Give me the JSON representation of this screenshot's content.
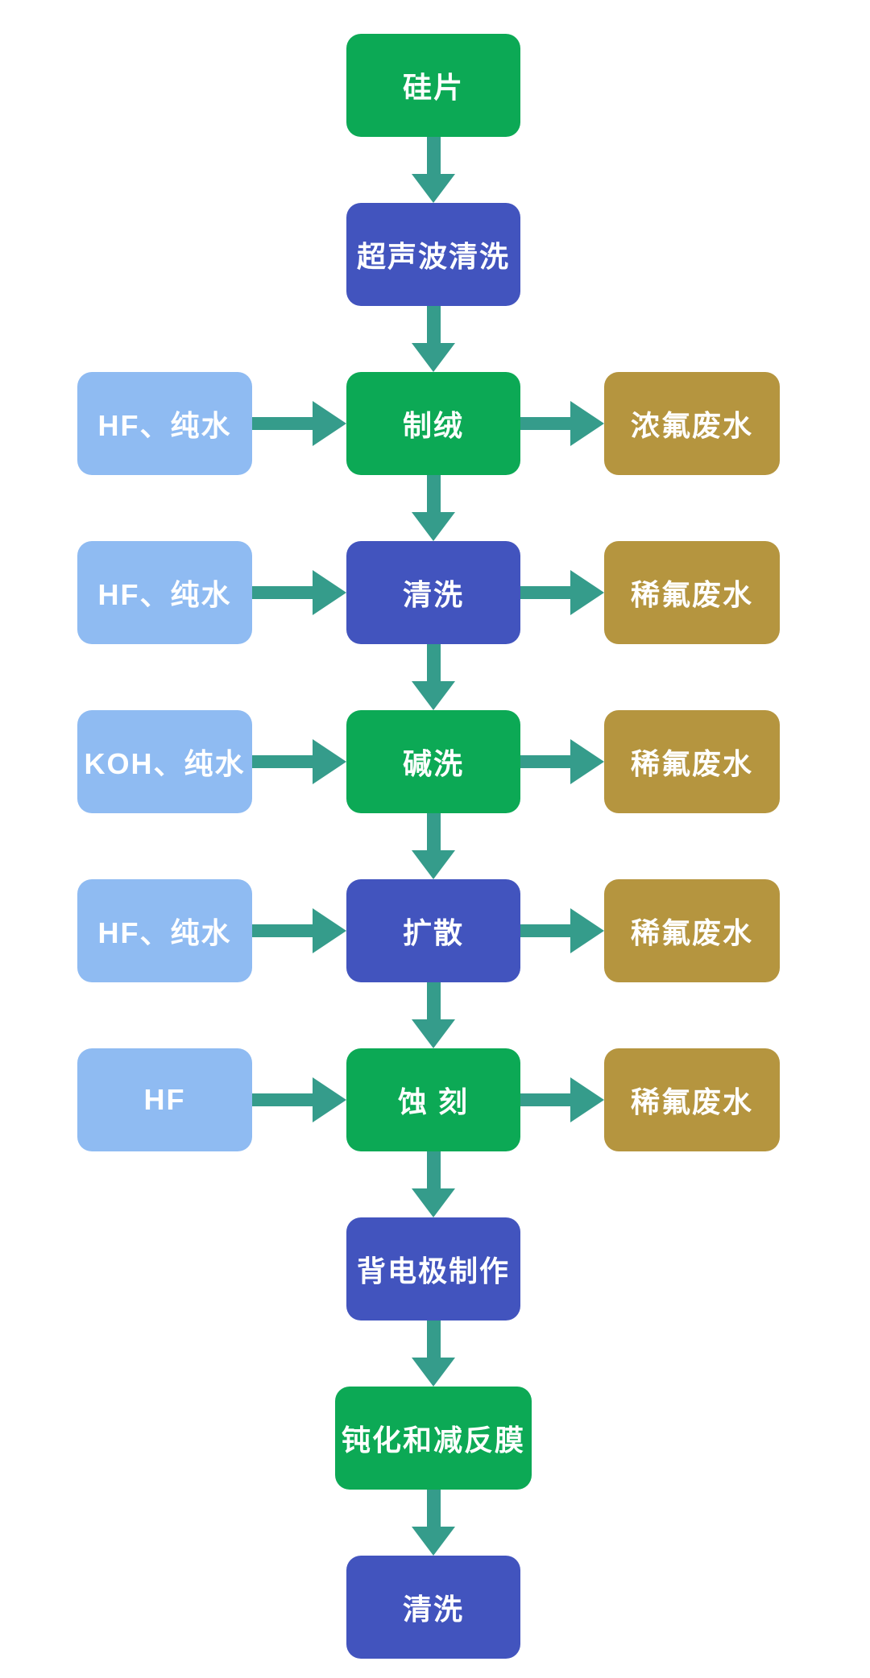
{
  "colors": {
    "process_green": "#0CA955",
    "process_blue": "#4254BE",
    "input_light_blue": "#8FBBF2",
    "waste_gold": "#B5953F",
    "arrow_teal": "#359C8B",
    "node_text": "#FFFFFF",
    "background": "#FFFFFF"
  },
  "flow": {
    "type": "flowchart",
    "direction": "top-to-bottom",
    "steps": [
      {
        "id": "silicon-wafer",
        "label": "硅片",
        "color": "green"
      },
      {
        "id": "ultrasonic-clean",
        "label": "超声波清洗",
        "color": "blue"
      },
      {
        "id": "texturing",
        "label": "制绒",
        "color": "green",
        "input": "HF、纯水",
        "output": "浓氟废水"
      },
      {
        "id": "cleaning-1",
        "label": "清洗",
        "color": "blue",
        "input": "HF、纯水",
        "output": "稀氟废水"
      },
      {
        "id": "alkaline-wash",
        "label": "碱洗",
        "color": "green",
        "input": "KOH、纯水",
        "output": "稀氟废水"
      },
      {
        "id": "diffusion",
        "label": "扩散",
        "color": "blue",
        "input": "HF、纯水",
        "output": "稀氟废水"
      },
      {
        "id": "etching",
        "label": "蚀 刻",
        "color": "green",
        "input": "HF",
        "output": "稀氟废水"
      },
      {
        "id": "back-electrode",
        "label": "背电极制作",
        "color": "blue"
      },
      {
        "id": "passivation-arfilm",
        "label": "钝化和减反膜",
        "color": "green"
      },
      {
        "id": "final-cleaning",
        "label": "清洗",
        "color": "blue"
      }
    ]
  }
}
